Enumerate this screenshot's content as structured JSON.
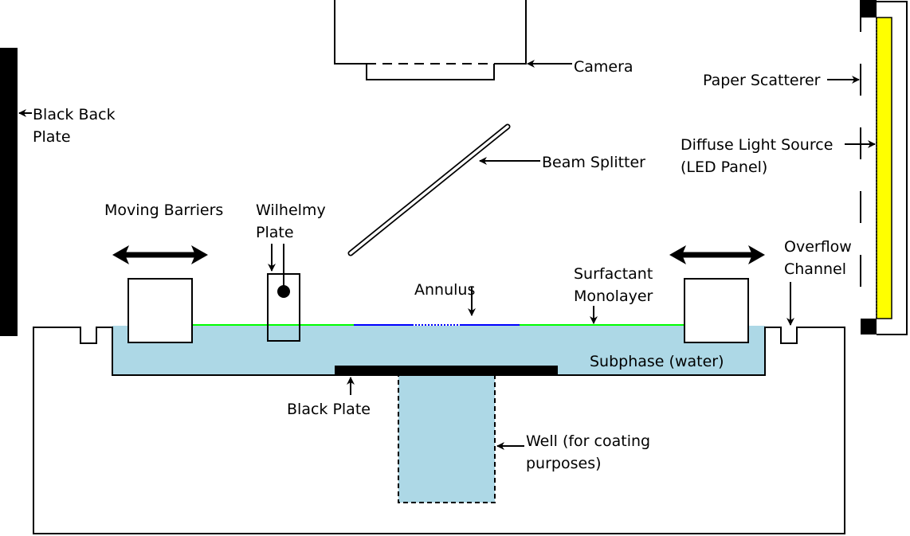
{
  "labels": {
    "camera": "Camera",
    "black_back_plate_1": "Black Back",
    "black_back_plate_2": "Plate",
    "paper_scatterer": "Paper Scatterer",
    "light_source_1": "Diffuse Light Source",
    "light_source_2": "(LED Panel)",
    "beam_splitter": "Beam Splitter",
    "moving_barriers": "Moving Barriers",
    "wilhelmy_1": "Wilhelmy",
    "wilhelmy_2": "Plate",
    "annulus": "Annulus",
    "surfactant_1": "Surfactant",
    "surfactant_2": "Monolayer",
    "overflow_1": "Overflow",
    "overflow_2": "Channel",
    "subphase": "Subphase (water)",
    "black_plate": "Black Plate",
    "well_1": "Well (for coating",
    "well_2": "purposes)"
  },
  "colors": {
    "water": "#add8e6",
    "monolayer": "#00ff00",
    "annulus": "#0000ff",
    "led": "#ffff00"
  }
}
